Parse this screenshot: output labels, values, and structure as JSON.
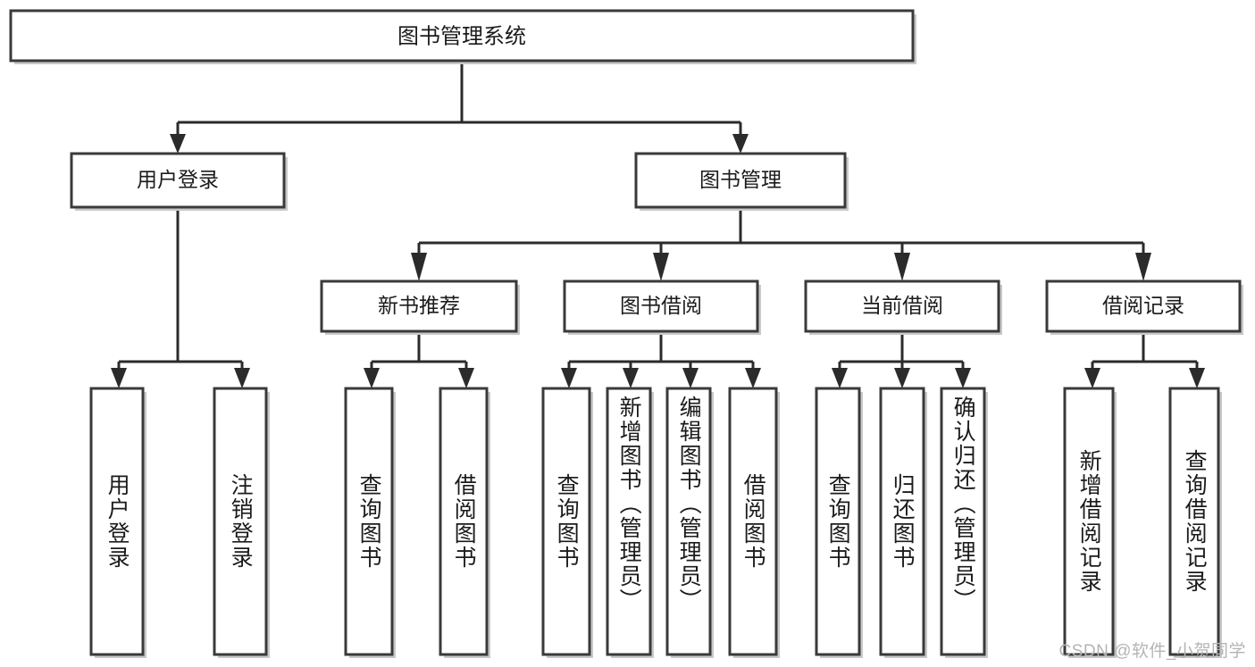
{
  "diagram": {
    "title_node": {
      "label": "图书管理系统"
    },
    "level2": [
      {
        "id": "user-login",
        "label": "用户登录"
      },
      {
        "id": "book-management",
        "label": "图书管理"
      }
    ],
    "level3": [
      {
        "id": "new-book-recommend",
        "label": "新书推荐"
      },
      {
        "id": "book-borrow",
        "label": "图书借阅"
      },
      {
        "id": "current-borrow",
        "label": "当前借阅"
      },
      {
        "id": "borrow-record",
        "label": "借阅记录"
      }
    ],
    "leaves": {
      "user_login": [
        {
          "id": "leaf-user-login",
          "label": "用户登录"
        },
        {
          "id": "leaf-logout-login",
          "label": "注销登录"
        }
      ],
      "new_book_recommend": [
        {
          "id": "leaf-query-book-1",
          "label": "查询图书"
        },
        {
          "id": "leaf-borrow-book-1",
          "label": "借阅图书"
        }
      ],
      "book_borrow": [
        {
          "id": "leaf-query-book-2",
          "label": "查询图书"
        },
        {
          "id": "leaf-add-book",
          "label": "新增图书（管理员）"
        },
        {
          "id": "leaf-edit-book",
          "label": "编辑图书（管理员）"
        },
        {
          "id": "leaf-borrow-book-2",
          "label": "借阅图书"
        }
      ],
      "current_borrow": [
        {
          "id": "leaf-query-book-3",
          "label": "查询图书"
        },
        {
          "id": "leaf-return-book",
          "label": "归还图书"
        },
        {
          "id": "leaf-confirm-return",
          "label": "确认归还（管理员）"
        }
      ],
      "borrow_record": [
        {
          "id": "leaf-add-record",
          "label": "新增借阅记录"
        },
        {
          "id": "leaf-query-record",
          "label": "查询借阅记录"
        }
      ]
    },
    "colors": {
      "box_fill": "#ffffff",
      "box_stroke": "#3a3a3a",
      "connector": "#2b2b2b",
      "text": "#1b1b1b",
      "watermark": "#b4b4b4",
      "background": "#ffffff"
    }
  },
  "watermark": {
    "text": "CSDN @软件_小贺同学"
  }
}
